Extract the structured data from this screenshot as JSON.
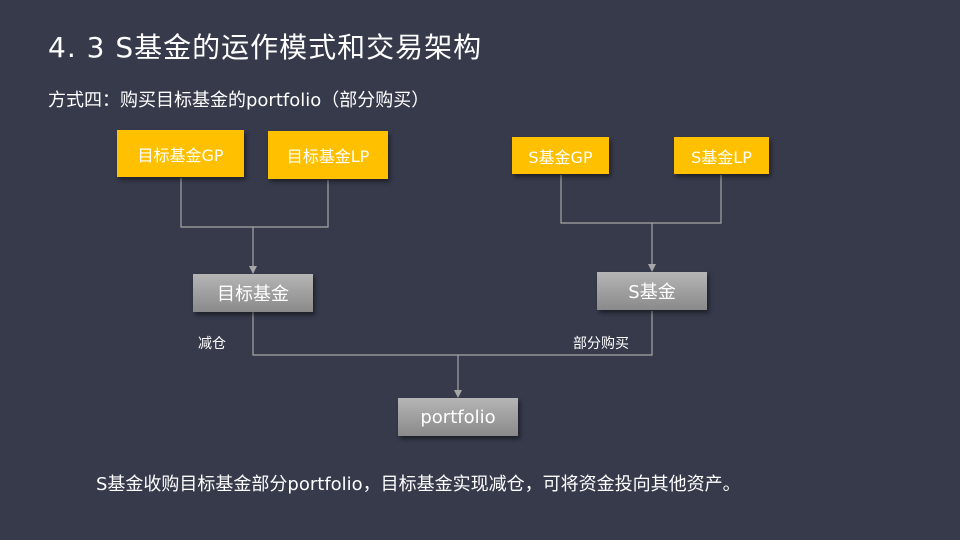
{
  "slide": {
    "title": "4. 3   S基金的运作模式和交易架构",
    "subtitle": "方式四：购买目标基金的portfolio（部分购买）",
    "caption": "S基金收购目标基金部分portfolio，目标基金实现减仓，可将资金投向其他资产。"
  },
  "diagram": {
    "nodes": {
      "target_gp": "目标基金GP",
      "target_lp": "目标基金LP",
      "s_gp": "S基金GP",
      "s_lp": "S基金LP",
      "target_fund": "目标基金",
      "s_fund": "S基金",
      "portfolio": "portfolio"
    },
    "edge_labels": {
      "reduce": "减仓",
      "partial_buy": "部分购买"
    }
  },
  "colors": {
    "background": "#363a4b",
    "owner_box": "#ffc000",
    "entity_box": "#a3a3a3",
    "connector": "#a6a6a6"
  }
}
